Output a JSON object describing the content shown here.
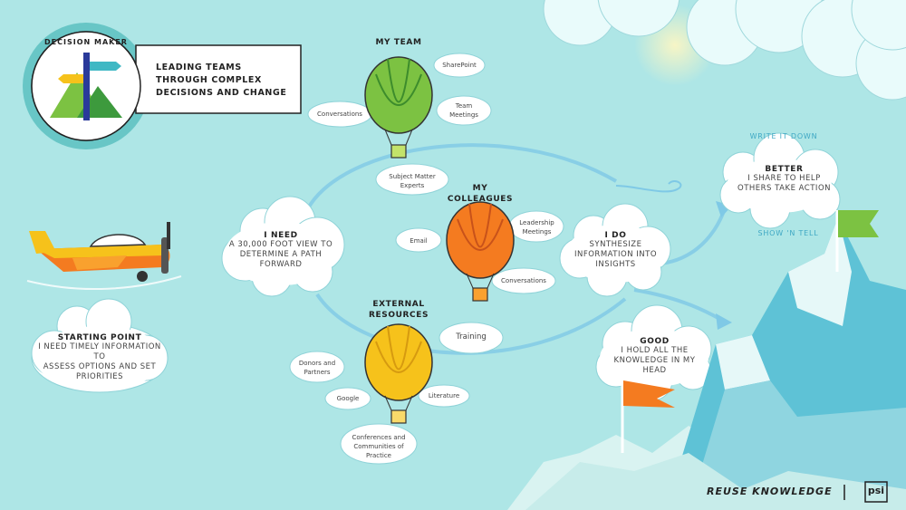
{
  "logo": {
    "badge_text": "DECISION MAKER",
    "tagline_lines": [
      "LEADING TEAMS",
      "THROUGH COMPLEX",
      "DECISIONS AND CHANGE"
    ]
  },
  "start": {
    "title": "STARTING POINT",
    "lines": [
      "I NEED TIMELY INFORMATION TO",
      "ASSESS OPTIONS AND SET",
      "PRIORITIES"
    ]
  },
  "need": {
    "title": "I NEED",
    "lines": [
      "A 30,000 FOOT VIEW TO",
      "DETERMINE A PATH",
      "FORWARD"
    ]
  },
  "balloons": {
    "team": {
      "title": "MY TEAM",
      "sources": [
        "SharePoint",
        "Team Meetings",
        "Conversations",
        "Subject Matter Experts"
      ]
    },
    "colleagues": {
      "title_lines": [
        "MY",
        "COLLEAGUES"
      ],
      "sources": [
        "Leadership Meetings",
        "Email",
        "Conversations"
      ]
    },
    "external": {
      "title_lines": [
        "EXTERNAL",
        "RESOURCES"
      ],
      "sources": [
        "Training",
        "Donors and Partners",
        "Google",
        "Literature",
        "Conferences and Communities of Practice"
      ]
    }
  },
  "do": {
    "title": "I DO",
    "lines": [
      "SYNTHESIZE",
      "INFORMATION INTO",
      "INSIGHTS"
    ]
  },
  "good": {
    "title": "GOOD",
    "lines": [
      "I HOLD ALL THE",
      "KNOWLEDGE IN MY",
      "HEAD"
    ]
  },
  "better": {
    "title": "BETTER",
    "lines": [
      "I SHARE TO HELP",
      "OTHERS TAKE ACTION"
    ],
    "write_label": "WRITE IT DOWN",
    "show_label": "SHOW 'N TELL"
  },
  "footer": {
    "slogan": "REUSE KNOWLEDGE",
    "brand": "psi"
  },
  "colors": {
    "sky": "#aee6e6",
    "cloud": "#ffffff",
    "team_balloon": "#7cc242",
    "colleagues_balloon": "#f47b20",
    "external_balloon": "#f6c21b",
    "mountain": "#5ec2d6",
    "flag": "#7cc242",
    "accent_text": "#3fa8c4"
  }
}
